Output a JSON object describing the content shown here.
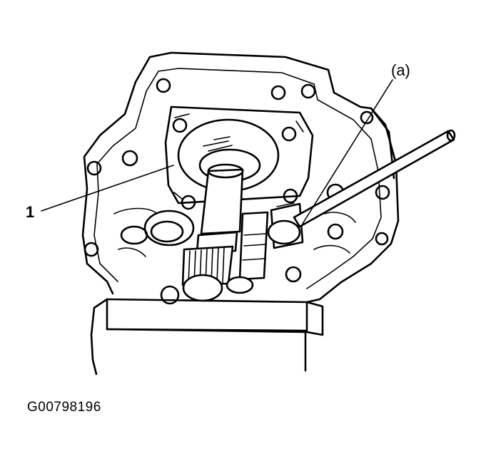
{
  "labels": {
    "part_1": "1",
    "callout_a": "(a)"
  },
  "figure_id": "G00798196",
  "colors": {
    "ink": "#000000",
    "paper": "#ffffff"
  }
}
